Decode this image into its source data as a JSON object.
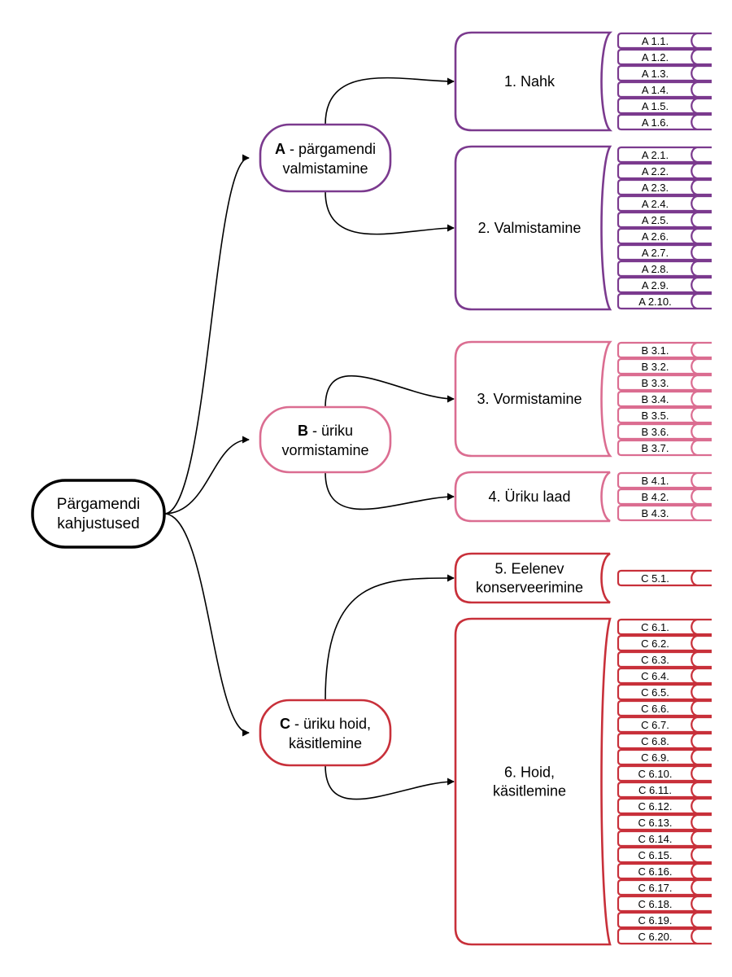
{
  "colors": {
    "A": "#7b3a8e",
    "B": "#db6d91",
    "C": "#c8303a",
    "root": "#000000",
    "arrow": "#000000"
  },
  "root": {
    "line1": "Pärgamendi",
    "line2": "kahjustused"
  },
  "groups": [
    {
      "key": "A",
      "letter": "A",
      "rest1": " - pärgamendi",
      "line2": "valmistamine",
      "topics": [
        {
          "lines": [
            "1. Nahk"
          ],
          "items": [
            "A 1.1.",
            "A 1.2.",
            "A 1.3.",
            "A 1.4.",
            "A 1.5.",
            "A 1.6."
          ]
        },
        {
          "lines": [
            "2. Valmistamine"
          ],
          "items": [
            "A 2.1.",
            "A 2.2.",
            "A 2.3.",
            "A 2.4.",
            "A 2.5.",
            "A 2.6.",
            "A 2.7.",
            "A 2.8.",
            "A 2.9.",
            "A 2.10."
          ]
        }
      ]
    },
    {
      "key": "B",
      "letter": "B",
      "rest1": " - üriku",
      "line2": "vormistamine",
      "topics": [
        {
          "lines": [
            "3. Vormistamine"
          ],
          "items": [
            "B 3.1.",
            "B 3.2.",
            "B 3.3.",
            "B 3.4.",
            "B 3.5.",
            "B 3.6.",
            "B 3.7."
          ]
        },
        {
          "lines": [
            "4. Üriku laad"
          ],
          "items": [
            "B 4.1.",
            "B 4.2.",
            "B 4.3."
          ]
        }
      ]
    },
    {
      "key": "C",
      "letter": "C",
      "rest1": " - üriku hoid,",
      "line2": "käsitlemine",
      "topics": [
        {
          "lines": [
            "5. Eelenev",
            "konserveerimine"
          ],
          "items": [
            "C 5.1."
          ]
        },
        {
          "lines": [
            "6. Hoid,",
            "käsitlemine"
          ],
          "items": [
            "C 6.1.",
            "C 6.2.",
            "C 6.3.",
            "C 6.4.",
            "C 6.5.",
            "C 6.6.",
            "C 6.7.",
            "C 6.8.",
            "C 6.9.",
            "C 6.10.",
            "C 6.11.",
            "C 6.12.",
            "C 6.13.",
            "C 6.14.",
            "C 6.15.",
            "C 6.16.",
            "C 6.17.",
            "C 6.18.",
            "C 6.19.",
            "C 6.20."
          ]
        }
      ]
    }
  ]
}
